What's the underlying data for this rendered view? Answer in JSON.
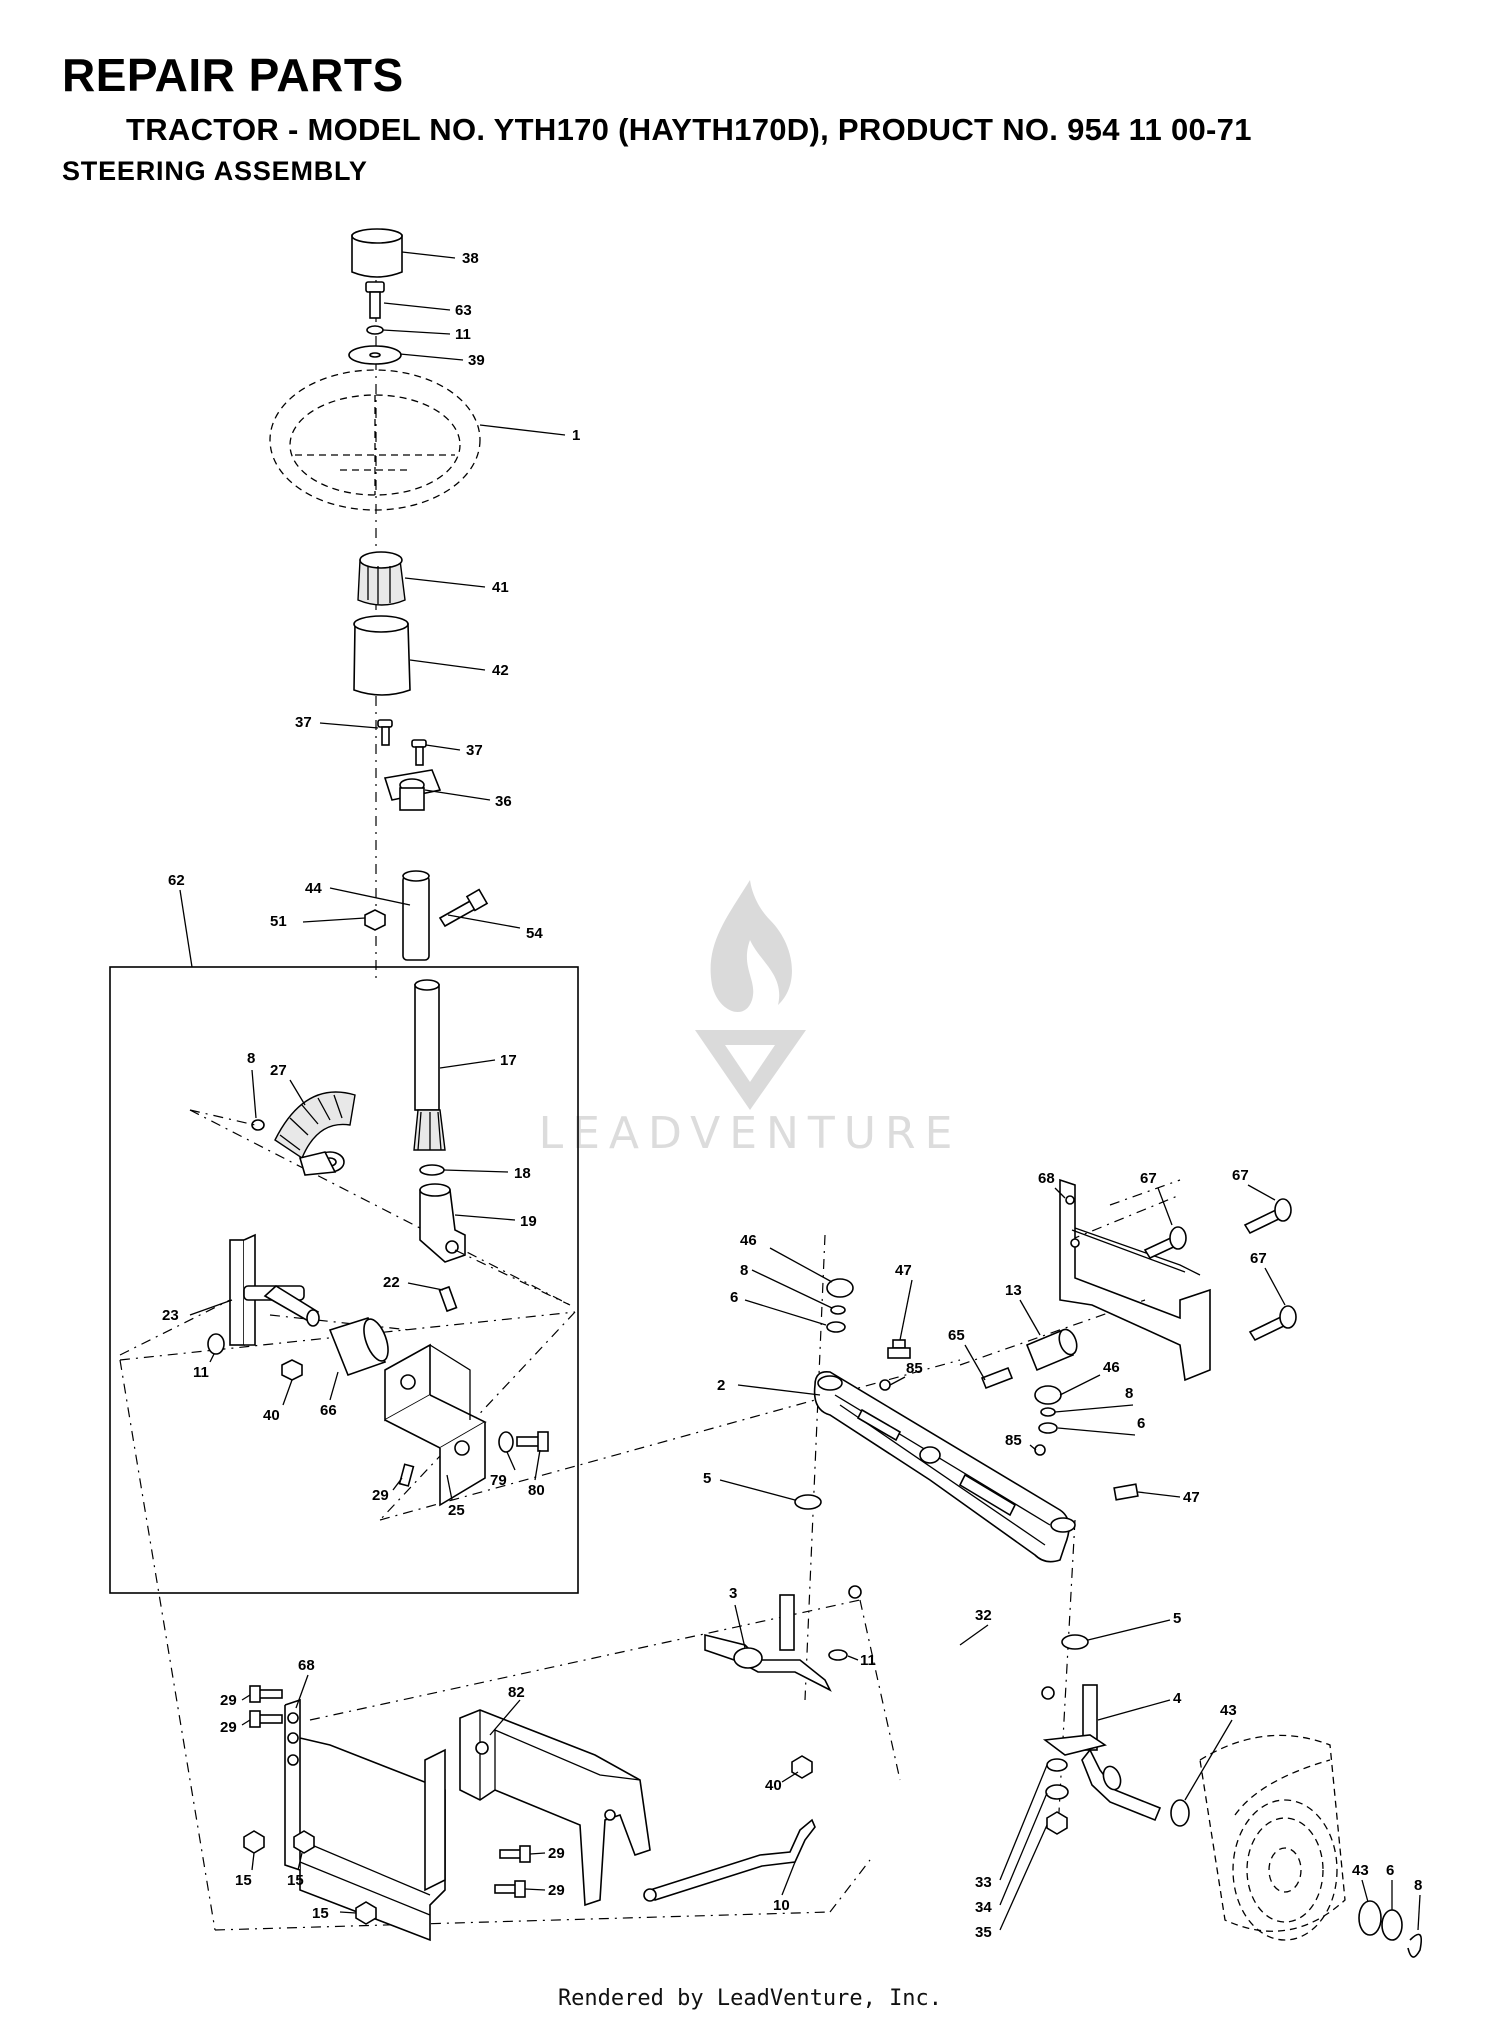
{
  "header": {
    "title": "REPAIR PARTS",
    "model_line": "TRACTOR - MODEL NO. YTH170 (HAYTH170D), PRODUCT NO. 954 11 00-71",
    "section": "STEERING ASSEMBLY"
  },
  "watermark": {
    "text": "LEADVENTURE",
    "icon": "flame-logo-icon"
  },
  "footer": {
    "text": "Rendered by LeadVenture, Inc."
  },
  "part_labels": [
    {
      "id": "p38",
      "label": "38"
    },
    {
      "id": "p63",
      "label": "63"
    },
    {
      "id": "p11a",
      "label": "11"
    },
    {
      "id": "p39",
      "label": "39"
    },
    {
      "id": "p1",
      "label": "1"
    },
    {
      "id": "p41",
      "label": "41"
    },
    {
      "id": "p42",
      "label": "42"
    },
    {
      "id": "p37a",
      "label": "37"
    },
    {
      "id": "p37b",
      "label": "37"
    },
    {
      "id": "p36",
      "label": "36"
    },
    {
      "id": "p62",
      "label": "62"
    },
    {
      "id": "p44",
      "label": "44"
    },
    {
      "id": "p51",
      "label": "51"
    },
    {
      "id": "p54",
      "label": "54"
    },
    {
      "id": "p17",
      "label": "17"
    },
    {
      "id": "p8a",
      "label": "8"
    },
    {
      "id": "p27",
      "label": "27"
    },
    {
      "id": "p18",
      "label": "18"
    },
    {
      "id": "p19",
      "label": "19"
    },
    {
      "id": "p22",
      "label": "22"
    },
    {
      "id": "p23",
      "label": "23"
    },
    {
      "id": "p11b",
      "label": "11"
    },
    {
      "id": "p40a",
      "label": "40"
    },
    {
      "id": "p66",
      "label": "66"
    },
    {
      "id": "p29a",
      "label": "29"
    },
    {
      "id": "p79",
      "label": "79"
    },
    {
      "id": "p80",
      "label": "80"
    },
    {
      "id": "p25",
      "label": "25"
    },
    {
      "id": "p68a",
      "label": "68"
    },
    {
      "id": "p67a",
      "label": "67"
    },
    {
      "id": "p67b",
      "label": "67"
    },
    {
      "id": "p67c",
      "label": "67"
    },
    {
      "id": "p46a",
      "label": "46"
    },
    {
      "id": "p8b",
      "label": "8"
    },
    {
      "id": "p6a",
      "label": "6"
    },
    {
      "id": "p47a",
      "label": "47"
    },
    {
      "id": "p13",
      "label": "13"
    },
    {
      "id": "p65",
      "label": "65"
    },
    {
      "id": "p2",
      "label": "2"
    },
    {
      "id": "p85a",
      "label": "85"
    },
    {
      "id": "p46b",
      "label": "46"
    },
    {
      "id": "p8c",
      "label": "8"
    },
    {
      "id": "p85b",
      "label": "85"
    },
    {
      "id": "p6b",
      "label": "6"
    },
    {
      "id": "p47b",
      "label": "47"
    },
    {
      "id": "p5a",
      "label": "5"
    },
    {
      "id": "p3",
      "label": "3"
    },
    {
      "id": "p32",
      "label": "32"
    },
    {
      "id": "p11c",
      "label": "11"
    },
    {
      "id": "p5b",
      "label": "5"
    },
    {
      "id": "p4",
      "label": "4"
    },
    {
      "id": "p43a",
      "label": "43"
    },
    {
      "id": "p68b",
      "label": "68"
    },
    {
      "id": "p29b",
      "label": "29"
    },
    {
      "id": "p29c",
      "label": "29"
    },
    {
      "id": "p82",
      "label": "82"
    },
    {
      "id": "p40b",
      "label": "40"
    },
    {
      "id": "p29d",
      "label": "29"
    },
    {
      "id": "p29e",
      "label": "29"
    },
    {
      "id": "p15a",
      "label": "15"
    },
    {
      "id": "p15b",
      "label": "15"
    },
    {
      "id": "p15c",
      "label": "15"
    },
    {
      "id": "p10",
      "label": "10"
    },
    {
      "id": "p33",
      "label": "33"
    },
    {
      "id": "p34",
      "label": "34"
    },
    {
      "id": "p35",
      "label": "35"
    },
    {
      "id": "p43b",
      "label": "43"
    },
    {
      "id": "p6c",
      "label": "6"
    },
    {
      "id": "p8d",
      "label": "8"
    }
  ]
}
